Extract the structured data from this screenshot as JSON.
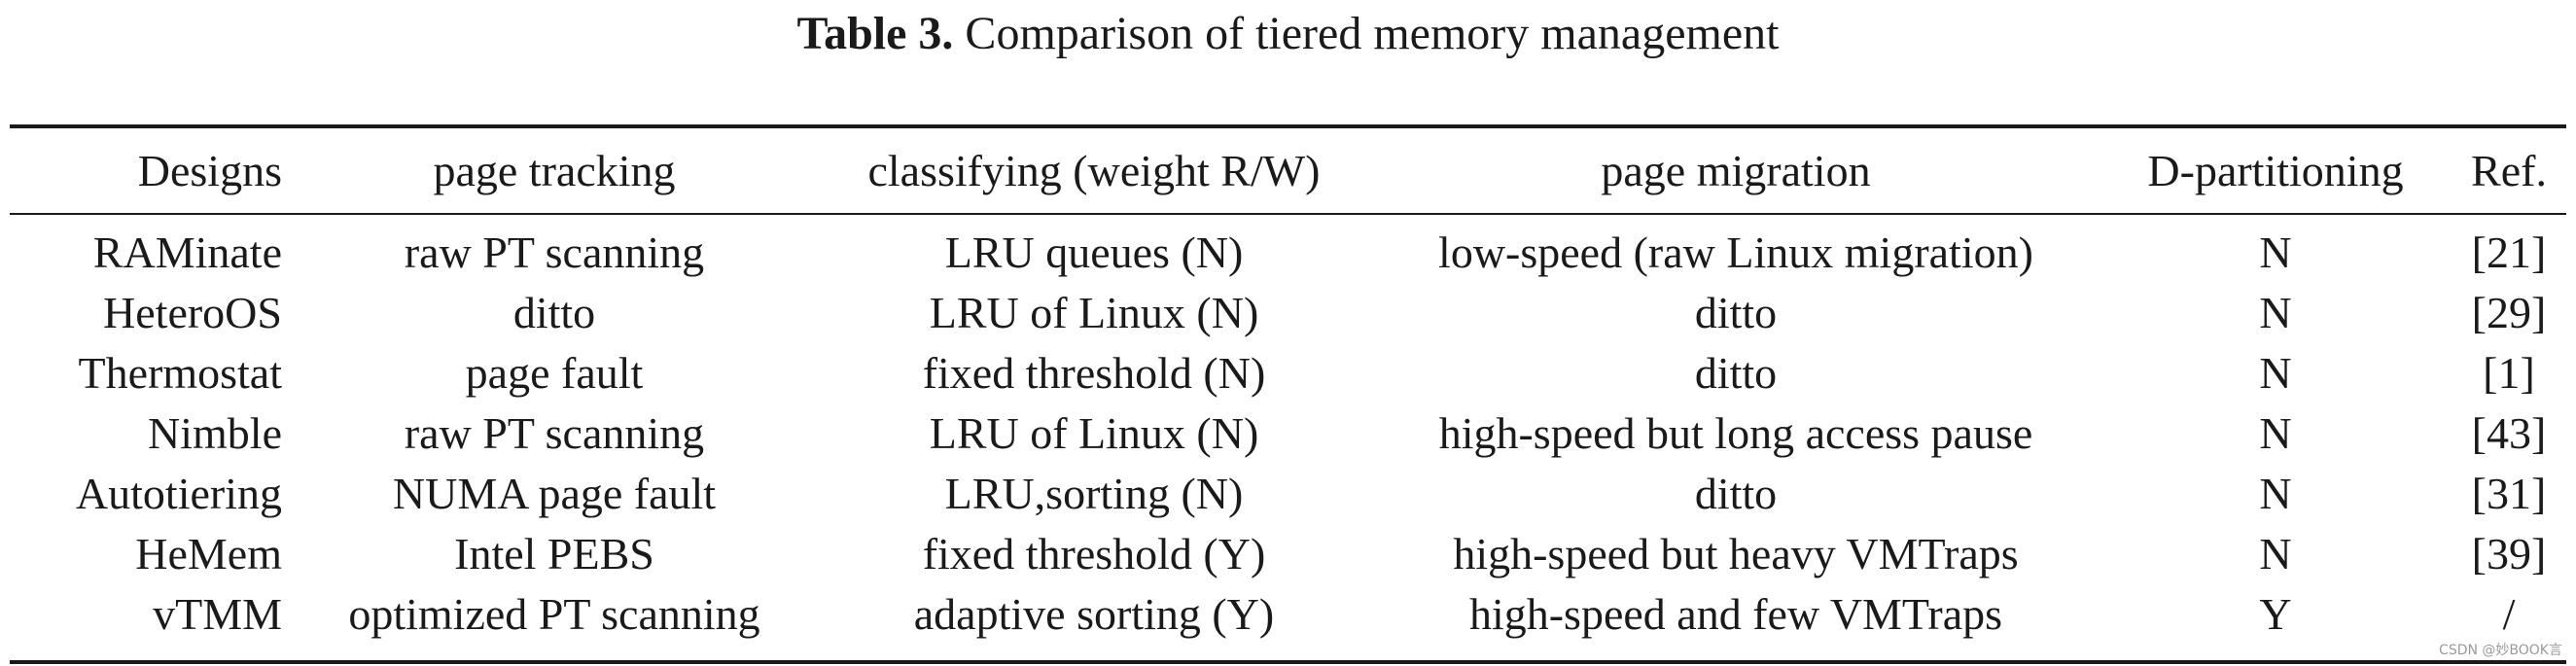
{
  "caption": {
    "label": "Table 3.",
    "text": "Comparison of tiered memory management"
  },
  "table": {
    "headers": [
      "Designs",
      "page tracking",
      "classifying (weight R/W)",
      "page migration",
      "D-partitioning",
      "Ref."
    ],
    "rows": [
      [
        "RAMinate",
        "raw PT scanning",
        "LRU queues (N)",
        "low-speed (raw Linux migration)",
        "N",
        "[21]"
      ],
      [
        "HeteroOS",
        "ditto",
        "LRU of Linux (N)",
        "ditto",
        "N",
        "[29]"
      ],
      [
        "Thermostat",
        "page fault",
        "fixed threshold (N)",
        "ditto",
        "N",
        "[1]"
      ],
      [
        "Nimble",
        "raw PT scanning",
        "LRU of Linux (N)",
        "high-speed but long access pause",
        "N",
        "[43]"
      ],
      [
        "Autotiering",
        "NUMA page fault",
        "LRU,sorting (N)",
        "ditto",
        "N",
        "[31]"
      ],
      [
        "HeMem",
        "Intel PEBS",
        "fixed threshold (Y)",
        "high-speed but heavy VMTraps",
        "N",
        "[39]"
      ],
      [
        "vTMM",
        "optimized PT scanning",
        "adaptive sorting (Y)",
        "high-speed and few VMTraps",
        "Y",
        "/"
      ]
    ]
  },
  "watermark": "CSDN @妙BOOK言"
}
